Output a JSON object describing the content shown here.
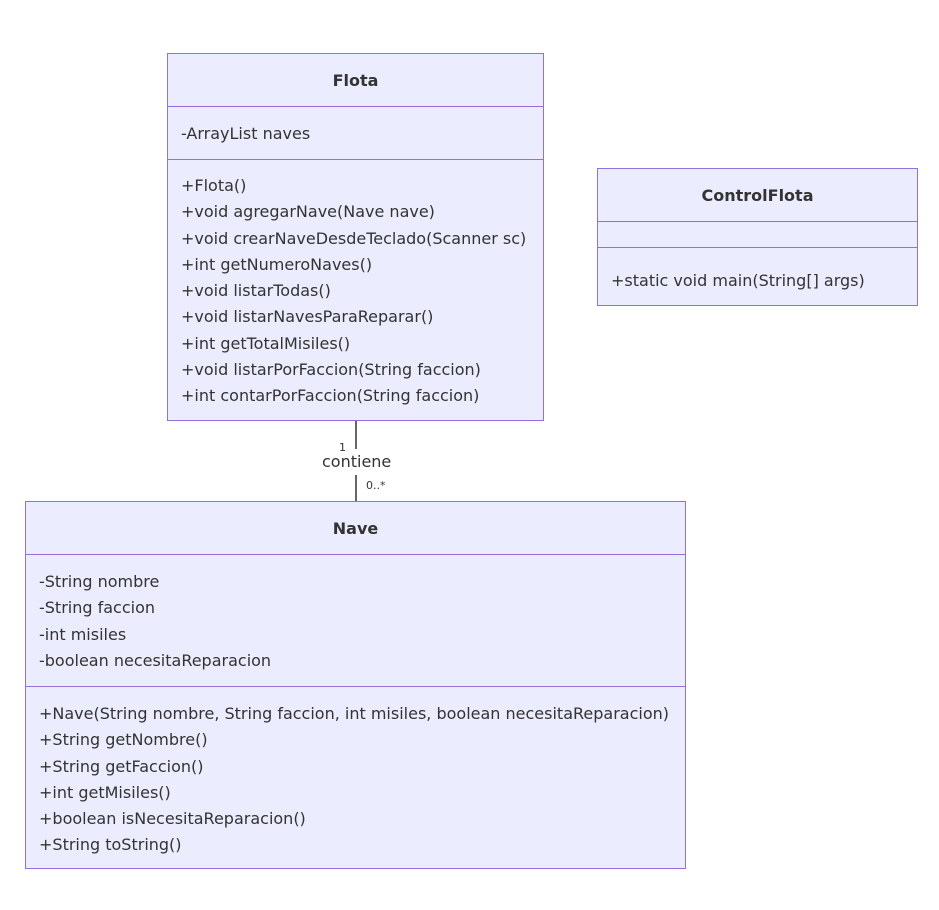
{
  "classes": {
    "flota": {
      "name": "Flota",
      "attributes": [
        "-ArrayList naves"
      ],
      "methods": [
        "+Flota()",
        "+void agregarNave(Nave nave)",
        "+void crearNaveDesdeTeclado(Scanner sc)",
        "+int getNumeroNaves()",
        "+void listarTodas()",
        "+void listarNavesParaReparar()",
        "+int getTotalMisiles()",
        "+void listarPorFaccion(String faccion)",
        "+int contarPorFaccion(String faccion)"
      ]
    },
    "controlflota": {
      "name": "ControlFlota",
      "attributes": [],
      "methods": [
        "+static void main(String[] args)"
      ]
    },
    "nave": {
      "name": "Nave",
      "attributes": [
        "-String nombre",
        "-String faccion",
        "-int misiles",
        "-boolean necesitaReparacion"
      ],
      "methods": [
        "+Nave(String nombre, String faccion, int misiles, boolean necesitaReparacion)",
        "+String getNombre()",
        "+String getFaccion()",
        "+int getMisiles()",
        "+boolean isNecesitaReparacion()",
        "+String toString()"
      ]
    }
  },
  "relations": [
    {
      "from": "Flota",
      "to": "Nave",
      "label": "contiene",
      "from_multiplicity": "1",
      "to_multiplicity": "0..*"
    }
  ],
  "colors": {
    "box_fill": "#ececff",
    "box_border": "#9370db",
    "text": "#333333",
    "line": "#333333"
  }
}
